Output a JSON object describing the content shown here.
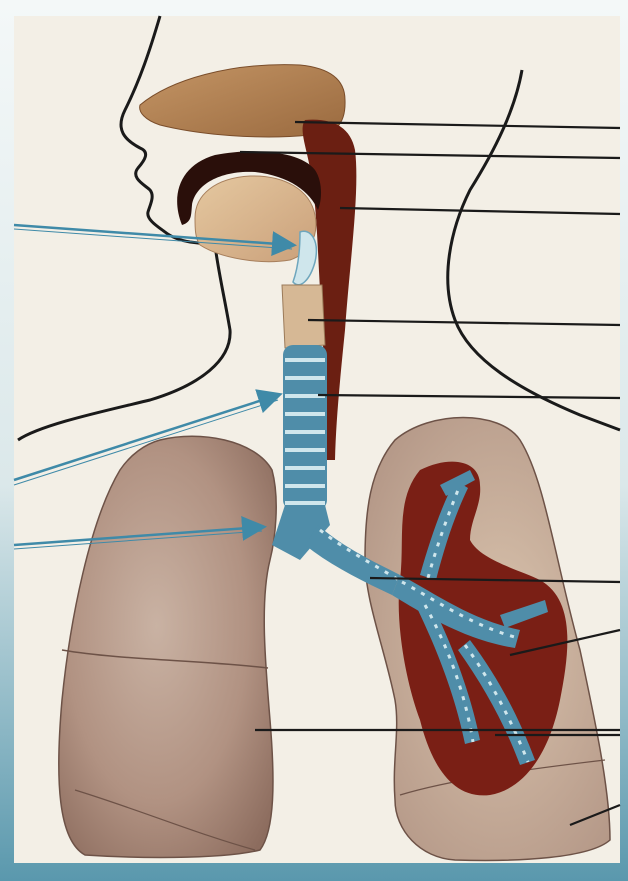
{
  "diagram": {
    "subject": "respiratory-system",
    "printed_labels": [],
    "colors": {
      "skin_outline": "#1a1a1a",
      "nasal_tissue": "#b98a5a",
      "dark_cavity": "#6b1f12",
      "trachea_blue": "#4f8da9",
      "trachea_light": "#cfe6ec",
      "lung_tan": "#b79a8b",
      "lung_dark": "#7a5a4d",
      "bronchi_red": "#7a1f15",
      "arrow_blue": "#3f8aa8",
      "pointer_line": "#1a1a1a"
    },
    "pointers": [
      {
        "id": "nasal-cavity"
      },
      {
        "id": "hard-palate"
      },
      {
        "id": "pharynx"
      },
      {
        "id": "larynx"
      },
      {
        "id": "trachea"
      },
      {
        "id": "bronchi"
      },
      {
        "id": "bronchiole"
      },
      {
        "id": "right-lung"
      },
      {
        "id": "left-lung-lobe"
      },
      {
        "id": "diaphragm-edge"
      }
    ],
    "arrows": [
      {
        "id": "epiglottis-arrow"
      },
      {
        "id": "trachea-arrow"
      },
      {
        "id": "bifurcation-arrow"
      }
    ]
  }
}
